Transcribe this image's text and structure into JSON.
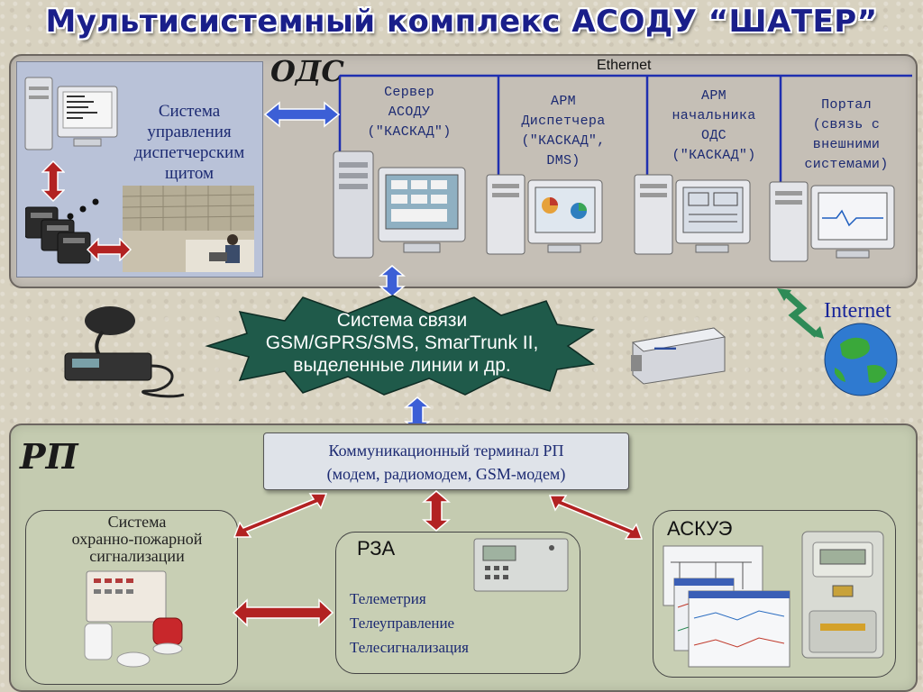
{
  "title": "Мультисистемный комплекс АСОДУ “ШАТЕР”",
  "ods": {
    "label": "ОДС",
    "ethernet": "Ethernet",
    "shield_system": [
      "Система",
      "управления",
      "диспетчерским",
      "щитом"
    ],
    "nodes": [
      {
        "lines": [
          "Сервер",
          "АСОДУ",
          "(\"КАСКАД\")"
        ]
      },
      {
        "lines": [
          "АРМ",
          "Диспетчера",
          "(\"КАСКАД\",",
          "DMS)"
        ]
      },
      {
        "lines": [
          "АРМ",
          "начальника",
          "ОДС",
          "(\"КАСКАД\")"
        ]
      },
      {
        "lines": [
          "Портал",
          "(связь с",
          "внешними",
          "системами)"
        ]
      }
    ]
  },
  "comm": {
    "lines": [
      "Система связи",
      "GSM/GPRS/SMS, SmarTrunk II,",
      "выделенные линии и др."
    ],
    "internet": "Internet"
  },
  "rp": {
    "label": "РП",
    "terminal": [
      "Коммуникационный терминал РП",
      "(модем, радиомодем, GSM-модем)"
    ],
    "opc": [
      "Система",
      "охранно-пожарной",
      "сигнализации"
    ],
    "rza": {
      "label": "РЗА",
      "items": [
        "Телеметрия",
        "Телеуправление",
        "Телесигнализация"
      ]
    },
    "askue": "АСКУЭ"
  },
  "colors": {
    "title": "#1a1f8a",
    "ethernet_line": "#1f2fb0",
    "arrow_blue": "#3c5fd6",
    "arrow_red": "#b22222",
    "arrow_green": "#2e8b57",
    "comm_cloud": "#1f5a4a"
  }
}
